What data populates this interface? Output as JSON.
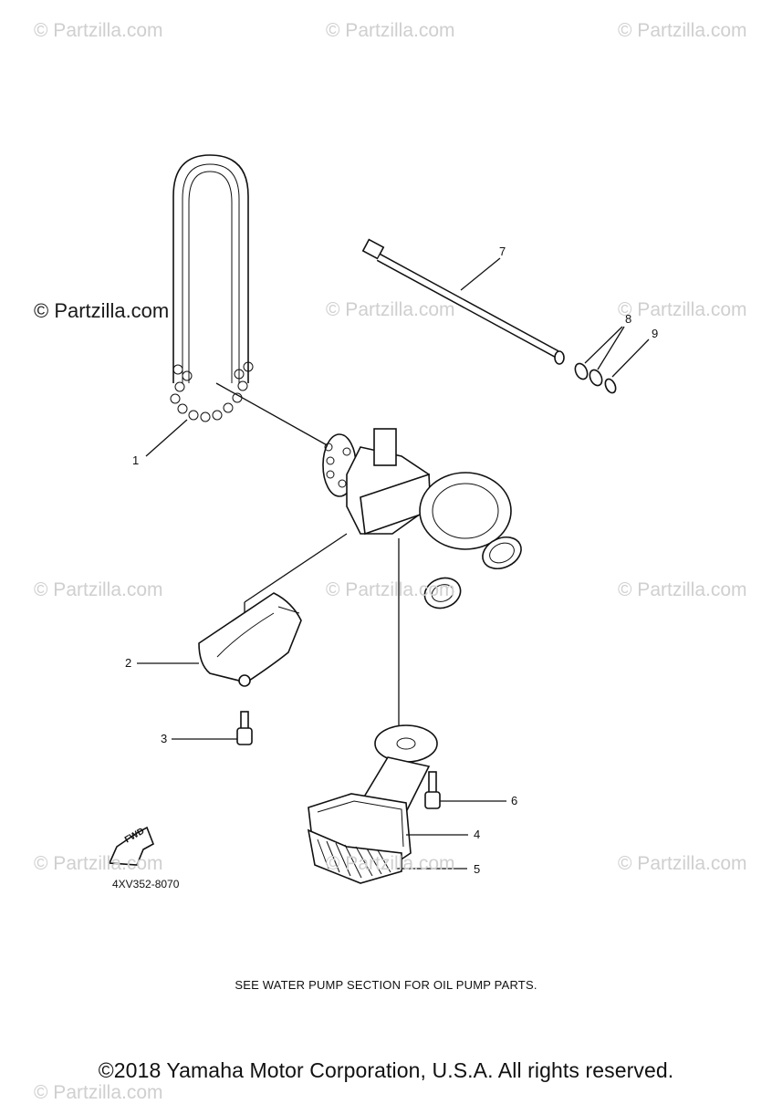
{
  "watermarks": [
    "© Partzilla.com",
    "© Partzilla.com",
    "© Partzilla.com",
    "© Partzilla.com",
    "© Partzilla.com",
    "© Partzilla.com",
    "© Partzilla.com",
    "© Partzilla.com",
    "© Partzilla.com",
    "© Partzilla.com",
    "© Partzilla.com",
    "© Partzilla.com",
    "© Partzilla.com"
  ],
  "callouts": [
    "1",
    "2",
    "3",
    "4",
    "5",
    "6",
    "7",
    "8",
    "9"
  ],
  "fwd_label": "FWD",
  "diagram_code": "4XV352-8070",
  "note": "SEE WATER PUMP SECTION FOR OIL PUMP PARTS.",
  "copyright": "©2018 Yamaha Motor Corporation, U.S.A. All rights reserved."
}
